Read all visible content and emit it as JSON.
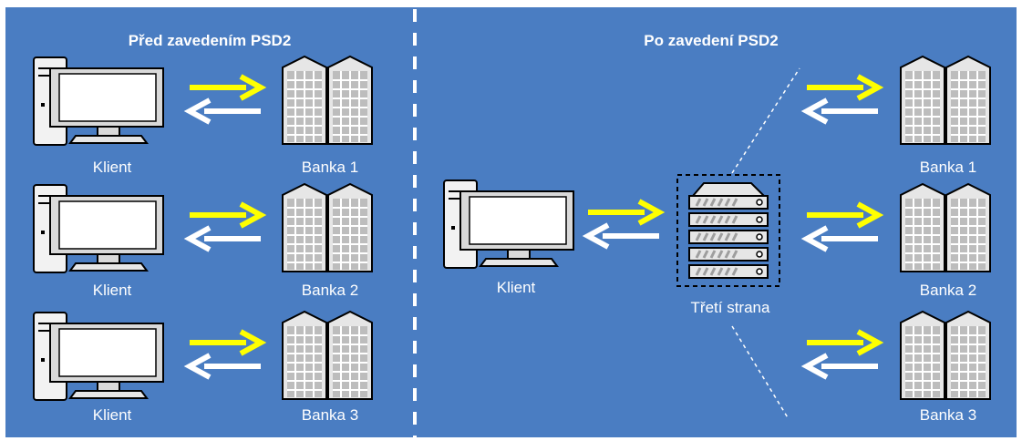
{
  "colors": {
    "background": "#4a7dc2",
    "divider": "#ffffff",
    "arrow_request": "#ffff00",
    "arrow_response": "#ffffff"
  },
  "left_panel": {
    "title": "Před zavedením PSD2",
    "rows": [
      {
        "client_label": "Klient",
        "bank_label": "Banka 1"
      },
      {
        "client_label": "Klient",
        "bank_label": "Banka 2"
      },
      {
        "client_label": "Klient",
        "bank_label": "Banka 3"
      }
    ]
  },
  "right_panel": {
    "title": "Po zavedení PSD2",
    "client_label": "Klient",
    "third_party_label": "Třetí strana",
    "banks": [
      {
        "label": "Banka 1"
      },
      {
        "label": "Banka 2"
      },
      {
        "label": "Banka 3"
      }
    ]
  },
  "icons": {
    "client": "desktop-computer-icon",
    "bank": "bank-buildings-icon",
    "third_party": "server-rack-icon"
  }
}
